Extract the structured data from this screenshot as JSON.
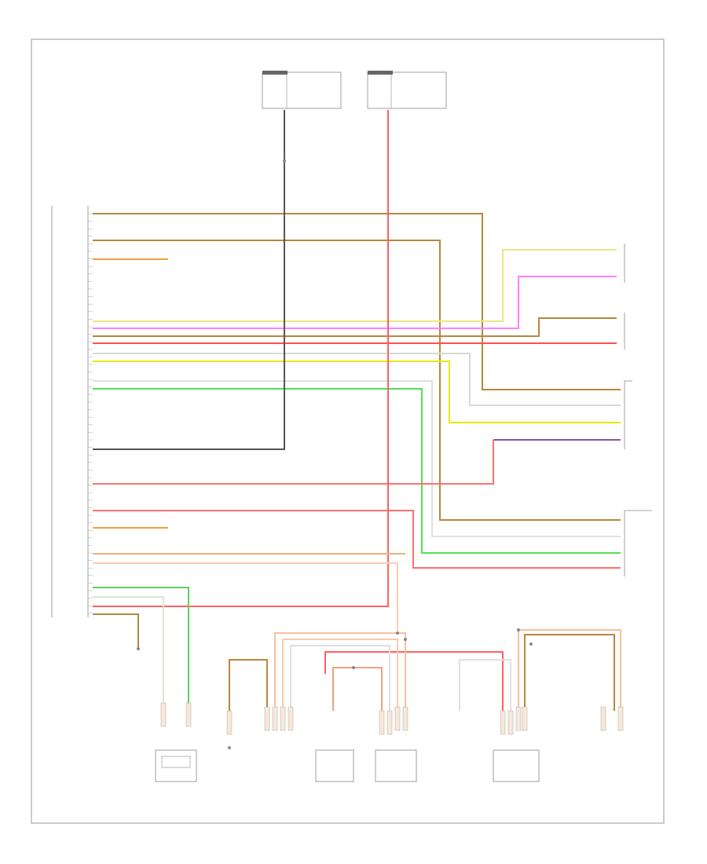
{
  "wire_colors": {
    "brown": "#b8863c",
    "red": "#ff5050",
    "yellow": "#e8e800",
    "pink": "#ff50ff",
    "green": "#50e050",
    "purple": "#9050a0",
    "gray": "#555555",
    "white": "#d0d0d0",
    "orange": "#f0a060",
    "peach": "#f0b890",
    "salmon": "#ff8080"
  },
  "components": [
    {
      "id": "fuse-block-1",
      "label": ""
    },
    {
      "id": "fuse-block-2",
      "label": ""
    },
    {
      "id": "main-module",
      "label": ""
    },
    {
      "id": "right-connector-1",
      "label": ""
    },
    {
      "id": "right-connector-2",
      "label": ""
    },
    {
      "id": "right-connector-3",
      "label": ""
    },
    {
      "id": "right-connector-4",
      "label": ""
    },
    {
      "id": "bottom-module-1",
      "label": ""
    },
    {
      "id": "bottom-module-2",
      "label": ""
    },
    {
      "id": "bottom-module-3",
      "label": ""
    },
    {
      "id": "bottom-module-4",
      "label": ""
    }
  ],
  "footer_code": ""
}
